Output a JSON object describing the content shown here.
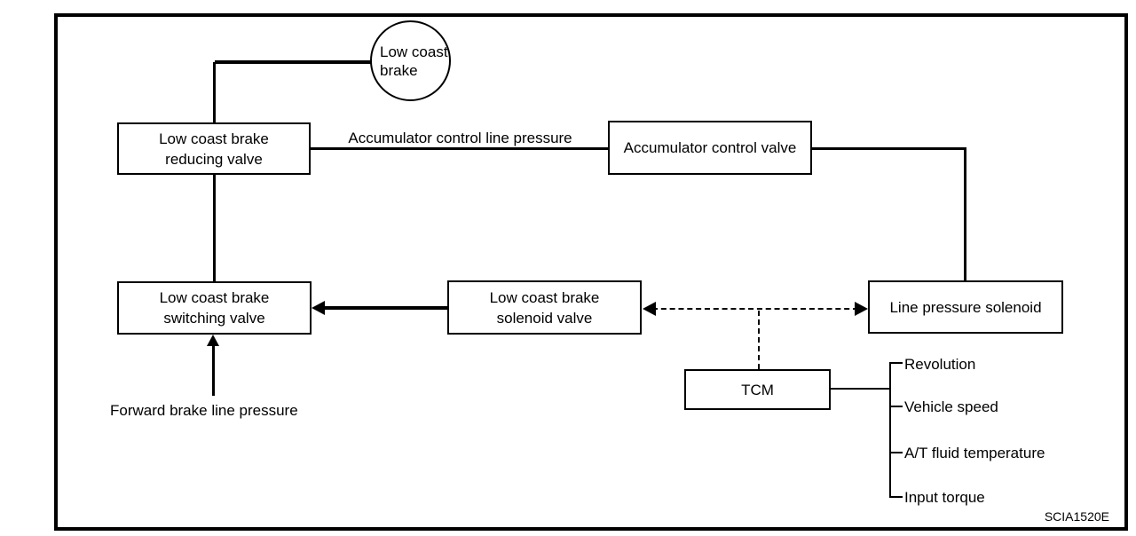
{
  "colors": {
    "ink": "#000000",
    "paper": "#ffffff"
  },
  "nodes": {
    "low_coast_brake": {
      "label": "Low coast\nbrake"
    },
    "reducing_valve": {
      "label": "Low coast brake\nreducing valve"
    },
    "accumulator_valve": {
      "label": "Accumulator control valve"
    },
    "switching_valve": {
      "label": "Low coast brake\nswitching valve"
    },
    "solenoid_valve": {
      "label": "Low coast brake\nsolenoid valve"
    },
    "line_pressure_solenoid": {
      "label": "Line pressure solenoid"
    },
    "tcm": {
      "label": "TCM"
    }
  },
  "edge_labels": {
    "accumulator_control_line_pressure": "Accumulator control line pressure",
    "forward_brake_line_pressure": "Forward brake line pressure"
  },
  "tcm_inputs": [
    "Revolution",
    "Vehicle speed",
    "A/T fluid temperature",
    "Input torque"
  ],
  "figure_code": "SCIA1520E"
}
